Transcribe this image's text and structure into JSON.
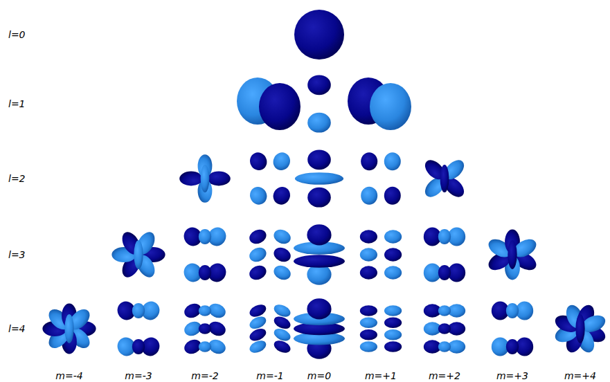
{
  "diagram": {
    "labels": [
      "l=0",
      "l=1",
      "l=2",
      "l=3",
      "l=4",
      "m=-4",
      "m=-3",
      "m=-2",
      "m=-1",
      "m=0",
      "m=+1",
      "m=+2",
      "m=+3",
      "m=+4"
    ]
  }
}
